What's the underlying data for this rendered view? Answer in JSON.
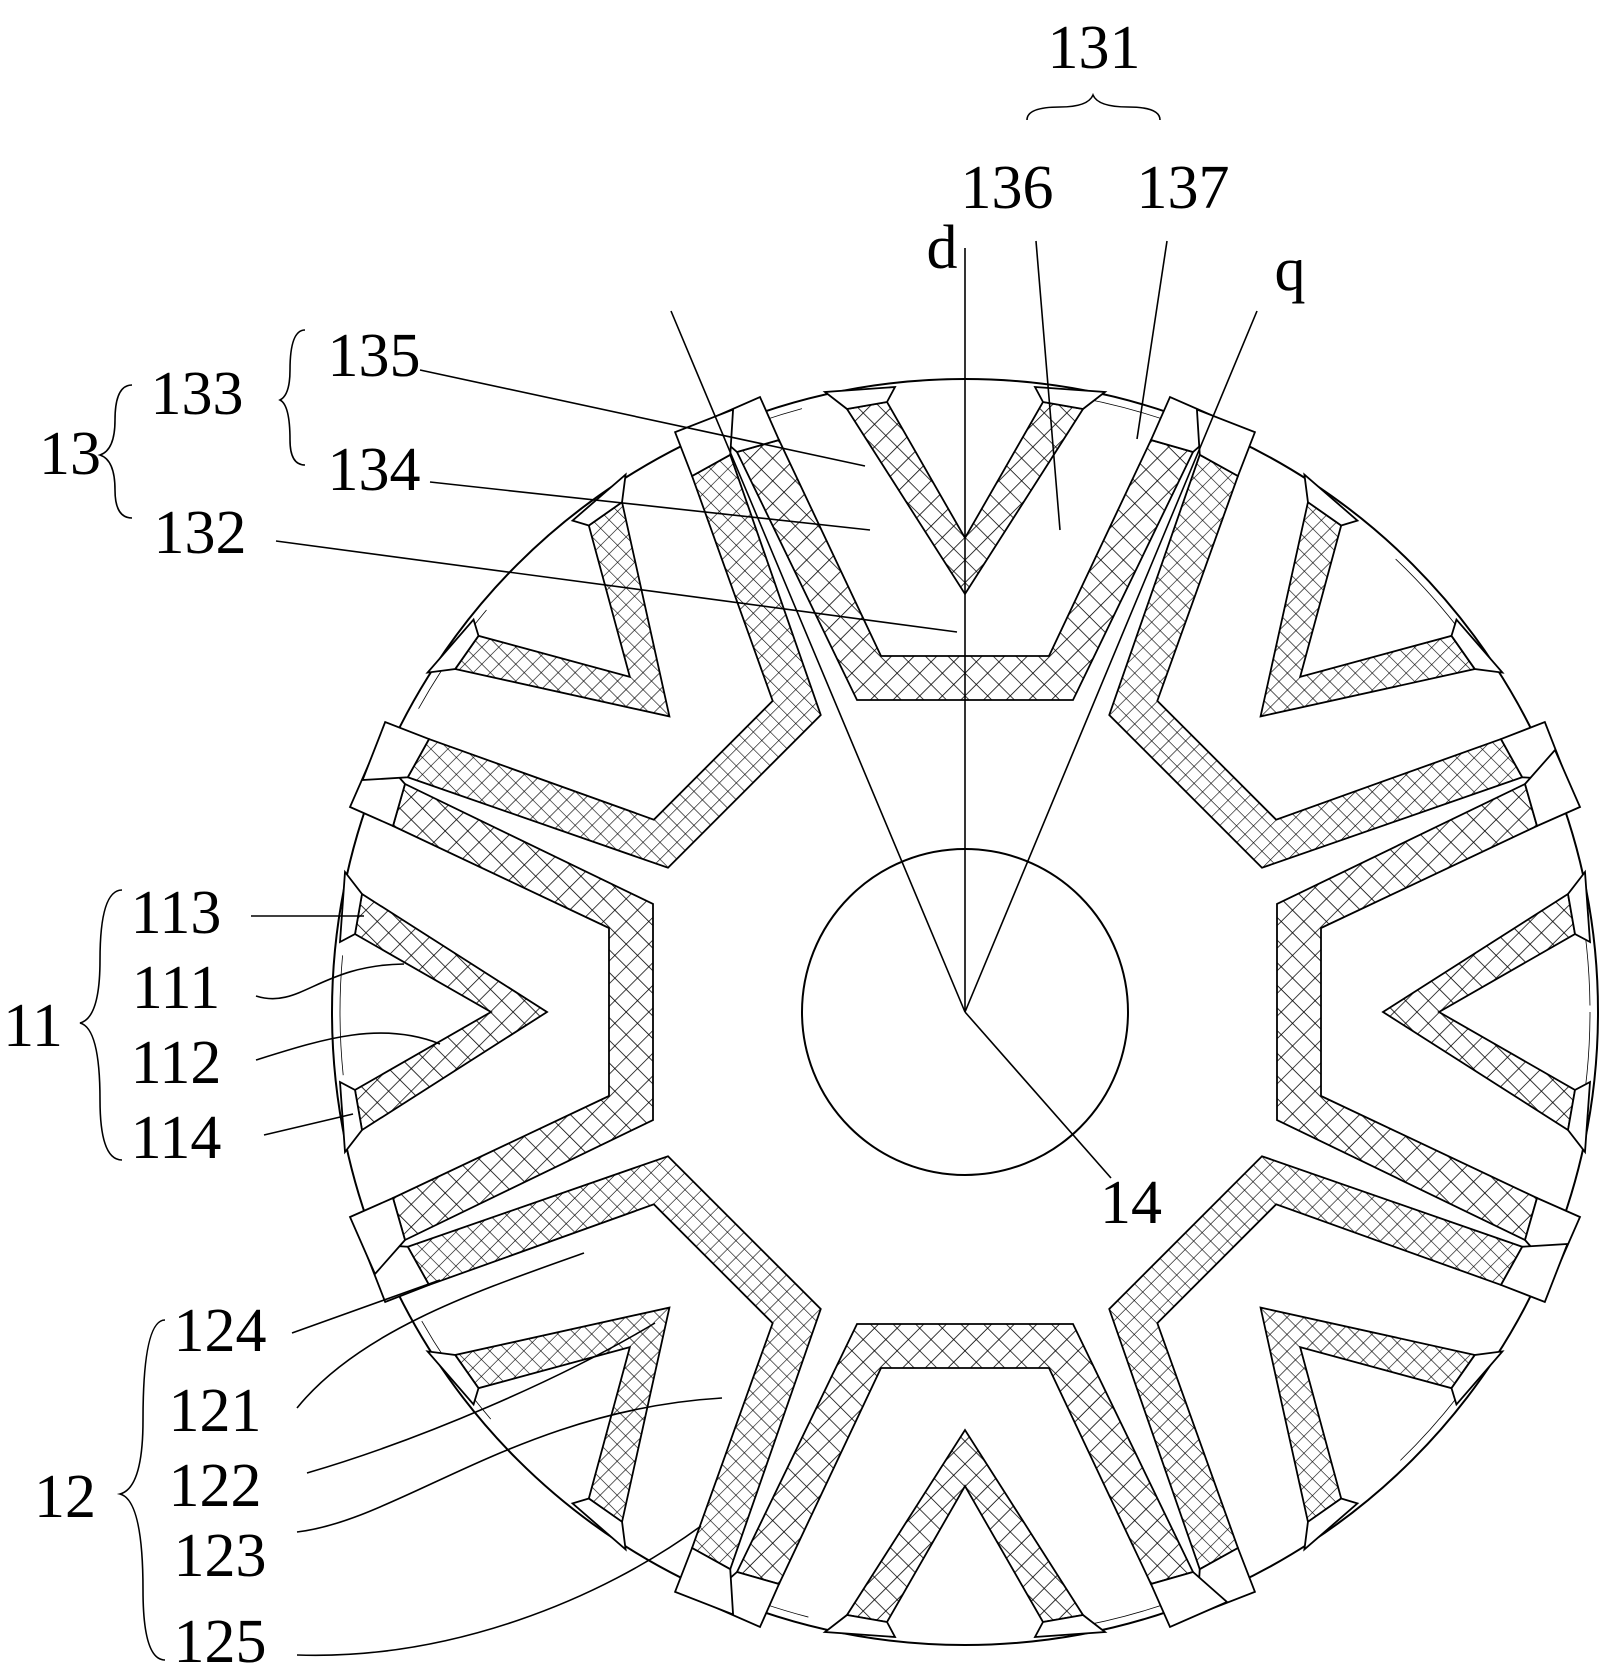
{
  "labels": {
    "l131": "131",
    "l136": "136",
    "l137": "137",
    "d": "d",
    "q": "q",
    "l13": "13",
    "l133": "133",
    "l135": "135",
    "l134": "134",
    "l132": "132",
    "l11": "11",
    "l113": "113",
    "l111": "111",
    "l112": "112",
    "l114": "114",
    "l12": "12",
    "l124": "124",
    "l121": "121",
    "l122": "122",
    "l123": "123",
    "l125": "125",
    "l14": "14"
  },
  "poles": [
    {
      "angle_deg": 0,
      "hatch": "cross"
    },
    {
      "angle_deg": 45,
      "hatch": "grid"
    },
    {
      "angle_deg": 90,
      "hatch": "cross"
    },
    {
      "angle_deg": 135,
      "hatch": "grid"
    },
    {
      "angle_deg": 180,
      "hatch": "cross"
    },
    {
      "angle_deg": 225,
      "hatch": "grid"
    },
    {
      "angle_deg": 270,
      "hatch": "cross"
    },
    {
      "angle_deg": 315,
      "hatch": "grid"
    }
  ]
}
